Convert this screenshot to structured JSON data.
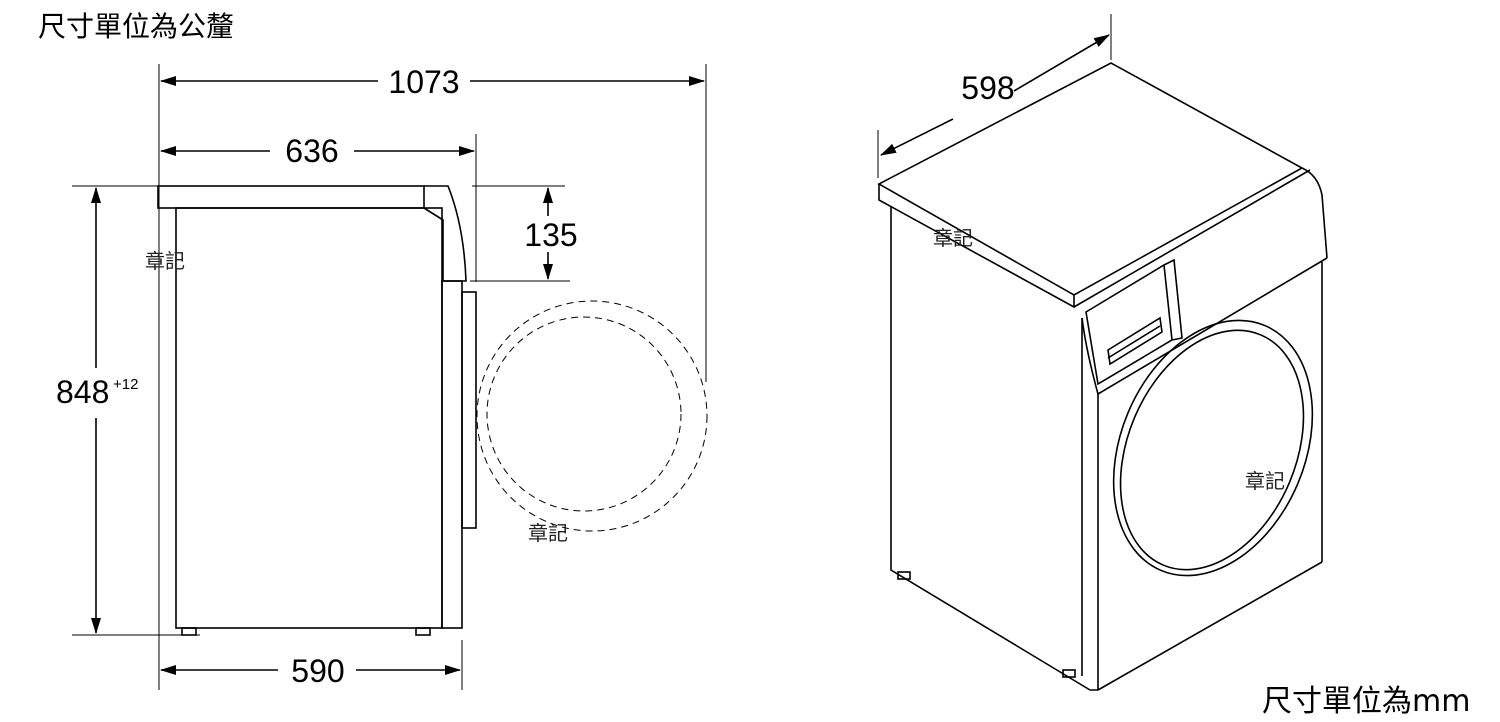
{
  "header": {
    "title": "尺寸單位為公釐"
  },
  "footer": {
    "unit_note": "尺寸單位為mm"
  },
  "side_view": {
    "overall_depth": "1073",
    "body_depth": "636",
    "base_depth": "590",
    "height": "848",
    "height_tolerance": "+12",
    "top_offset": "135",
    "stamp": "章記",
    "door_stamp": "章記"
  },
  "iso_view": {
    "width": "598",
    "top_stamp": "章記",
    "door_stamp": "章記"
  }
}
